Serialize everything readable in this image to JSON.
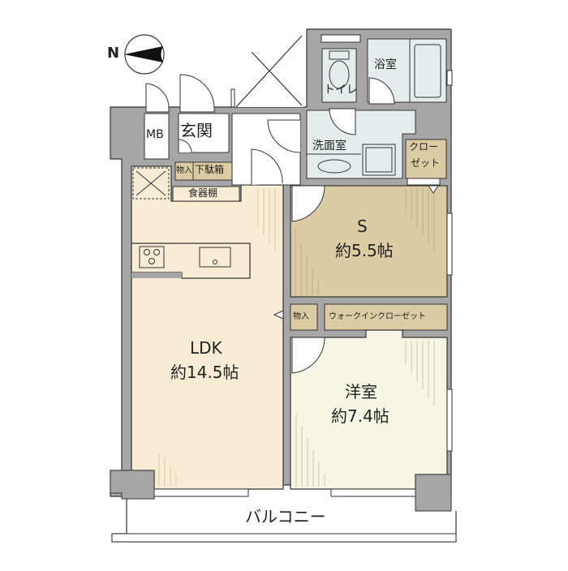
{
  "compass": {
    "label": "N"
  },
  "rooms": {
    "ldk": {
      "name": "LDK",
      "size": "約14.5帖"
    },
    "s": {
      "name": "S",
      "size": "約5.5帖"
    },
    "western": {
      "name": "洋室",
      "size": "約7.4帖"
    },
    "entrance": {
      "name": "玄関"
    },
    "mb": {
      "name": "MB"
    },
    "toilet": {
      "name": "トイレ"
    },
    "bath": {
      "name": "浴室"
    },
    "washroom": {
      "name": "洗面室"
    },
    "closet": {
      "name_line1": "クロー",
      "name_line2": "ゼット"
    },
    "storage_entry": {
      "name": "物入"
    },
    "shoe_box": {
      "name": "下駄箱"
    },
    "cupboard": {
      "name": "食器棚"
    },
    "storage_mid": {
      "name": "物入"
    },
    "walk_in": {
      "name": "ウォークインクローゼット"
    },
    "balcony": {
      "name": "バルコニー"
    }
  },
  "colors": {
    "wall": "#a6a6a6",
    "ldk_floor": "#f8edd4",
    "s_floor": "#dccca4",
    "western_floor": "#f6f6e4",
    "wet_floor": "#e4ecec",
    "storage": "#dcd0a8",
    "line": "#333333"
  }
}
